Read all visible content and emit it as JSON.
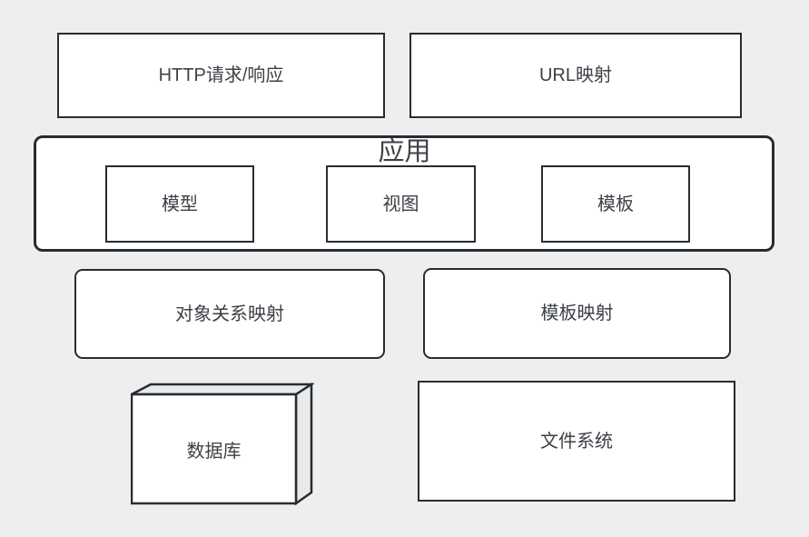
{
  "page": {
    "background_color": "#eeeeee"
  },
  "colors": {
    "node_border": "#262c33",
    "node_fill": "#ffffff",
    "text": "#3d4146",
    "cube_face_fill": "#e8eaea"
  },
  "diagram": {
    "type": "architecture-block-diagram",
    "nodes": {
      "http_request_response": {
        "label": "HTTP请求/响应",
        "shape": "rectangle"
      },
      "url_mapping": {
        "label": "URL映射",
        "shape": "rectangle"
      },
      "application": {
        "label": "应用",
        "shape": "rounded-container"
      },
      "model": {
        "label": "模型",
        "shape": "rectangle",
        "parent": "application"
      },
      "view": {
        "label": "视图",
        "shape": "rectangle",
        "parent": "application"
      },
      "template": {
        "label": "模板",
        "shape": "rectangle",
        "parent": "application"
      },
      "object_relational_mapping": {
        "label": "对象关系映射",
        "shape": "rounded-rectangle"
      },
      "template_mapping": {
        "label": "模板映射",
        "shape": "rounded-rectangle"
      },
      "database": {
        "label": "数据库",
        "shape": "cube-3d"
      },
      "file_system": {
        "label": "文件系统",
        "shape": "rectangle"
      }
    }
  }
}
